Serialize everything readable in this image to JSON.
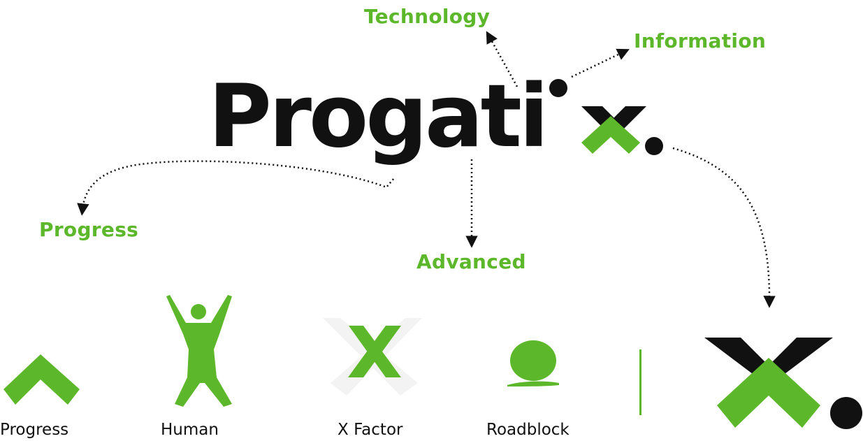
{
  "brand": {
    "wordmark": "Progati",
    "green": "#5cb82a",
    "black": "#111111"
  },
  "annotations": {
    "technology": "Technology",
    "information": "Information",
    "progress": "Progress",
    "advanced": "Advanced"
  },
  "symbols": [
    {
      "caption": "Progress",
      "icon": "chevron-up-icon"
    },
    {
      "caption": "Human",
      "icon": "human-silhouette-icon"
    },
    {
      "caption": "X Factor",
      "icon": "x-factor-icon"
    },
    {
      "caption": "Roadblock",
      "icon": "roadblock-icon"
    }
  ],
  "final_mark_icon": "progatix-x-mark-icon"
}
